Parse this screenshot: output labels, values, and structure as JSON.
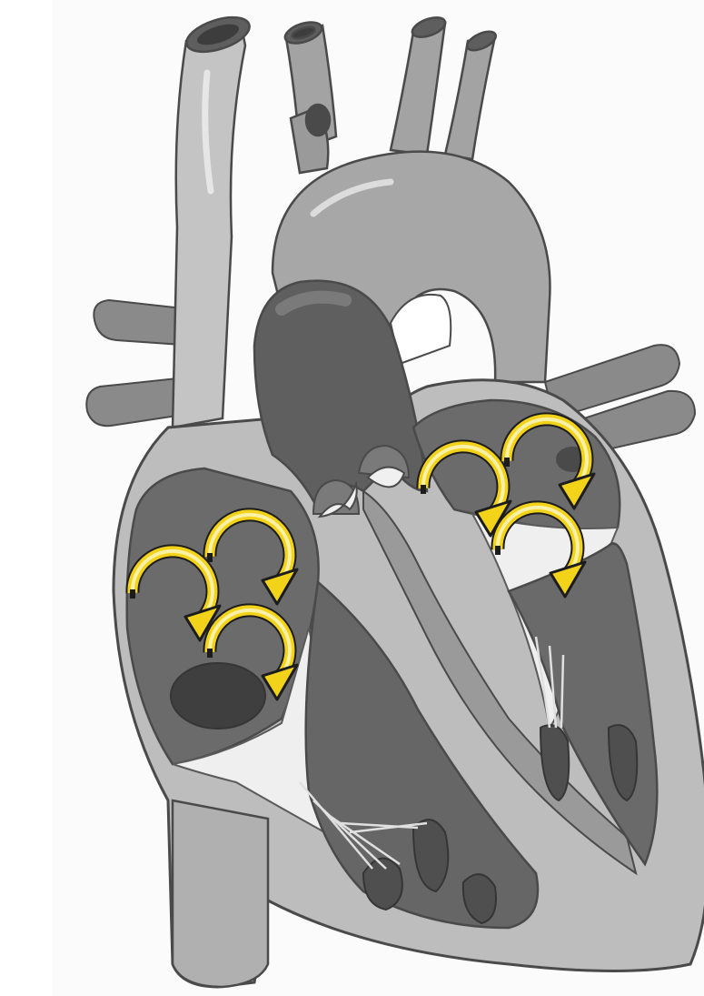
{
  "diagram": {
    "subject": "heart-cross-section",
    "palette": {
      "background": "#ffffff",
      "panel": "#fbfbfb",
      "outline": "#4a4a4a",
      "vessel_light": "#c4c4c4",
      "vessel_mid": "#a3a3a3",
      "vessel_dark": "#7e7e7e",
      "chamber_wall": "#bdbdbd",
      "chamber_inner": "#6b6b6b",
      "chamber_deep": "#585858",
      "valve_white": "#f0f0f0",
      "arrow_fill": "#f3d31a",
      "arrow_light": "#faf0a6",
      "arrow_tail": "#1c1c1c"
    },
    "arrows": [
      {
        "id": "right-atrium-1",
        "chamber": "right-atrium"
      },
      {
        "id": "right-atrium-2",
        "chamber": "right-atrium"
      },
      {
        "id": "right-atrium-3",
        "chamber": "right-atrium"
      },
      {
        "id": "left-atrium-1",
        "chamber": "left-atrium"
      },
      {
        "id": "left-atrium-2",
        "chamber": "left-atrium"
      },
      {
        "id": "left-atrium-3",
        "chamber": "left-atrium"
      }
    ]
  }
}
